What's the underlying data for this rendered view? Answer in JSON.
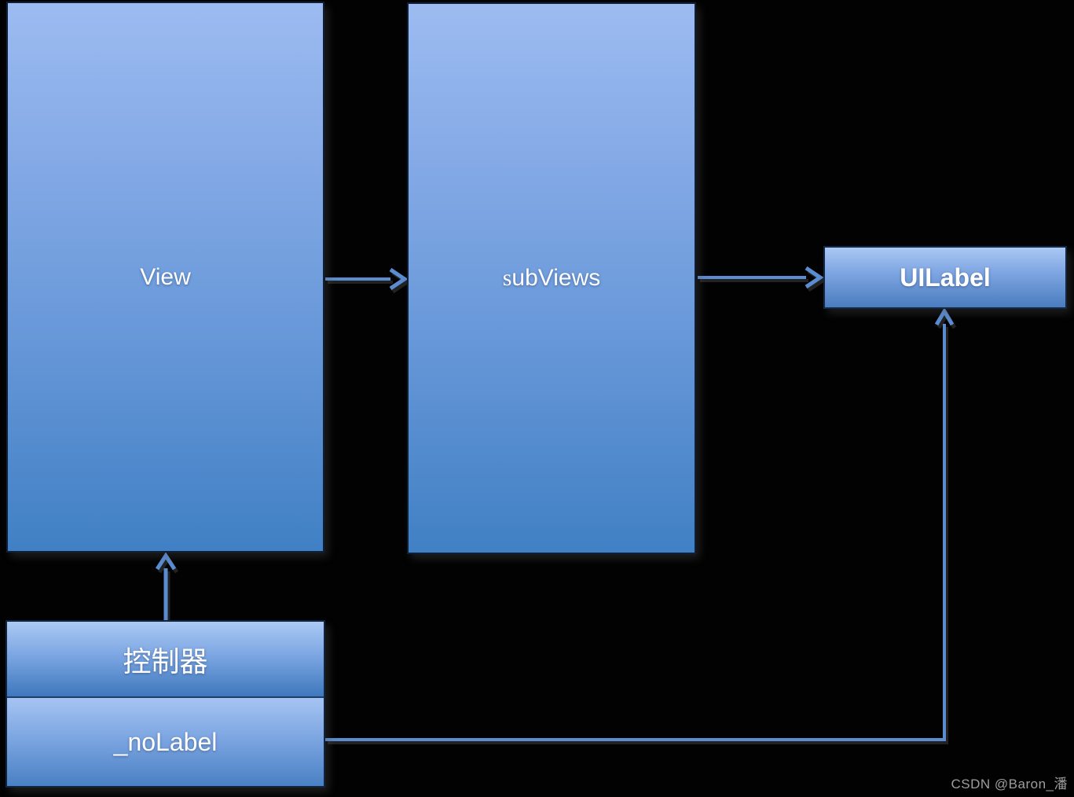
{
  "page": {
    "background_color": "#020202",
    "accent_connector_color": "#5b8cd1",
    "box_gradient_top": "#9cbbf1",
    "box_gradient_bottom": "#4080c4",
    "box_border_color": "#101f38",
    "text_color": "#ffffff"
  },
  "nodes": {
    "view": {
      "label": "View"
    },
    "subviews": {
      "label_prefix": "s",
      "label_rest": "ubViews",
      "label_full": "subViews"
    },
    "uilabel": {
      "label": "UILabel"
    },
    "controller": {
      "label": "控制器"
    },
    "nolabel": {
      "label": "_noLabel"
    }
  },
  "edges": [
    {
      "from": "View",
      "to": "subViews",
      "direction": "right"
    },
    {
      "from": "subViews",
      "to": "UILabel",
      "direction": "right"
    },
    {
      "from": "控制器",
      "to": "View",
      "direction": "up"
    },
    {
      "from": "_noLabel",
      "to": "UILabel",
      "direction": "right-then-up"
    }
  ],
  "watermark": {
    "text": "CSDN @Baron_潘",
    "color": "#9e9e9e"
  }
}
